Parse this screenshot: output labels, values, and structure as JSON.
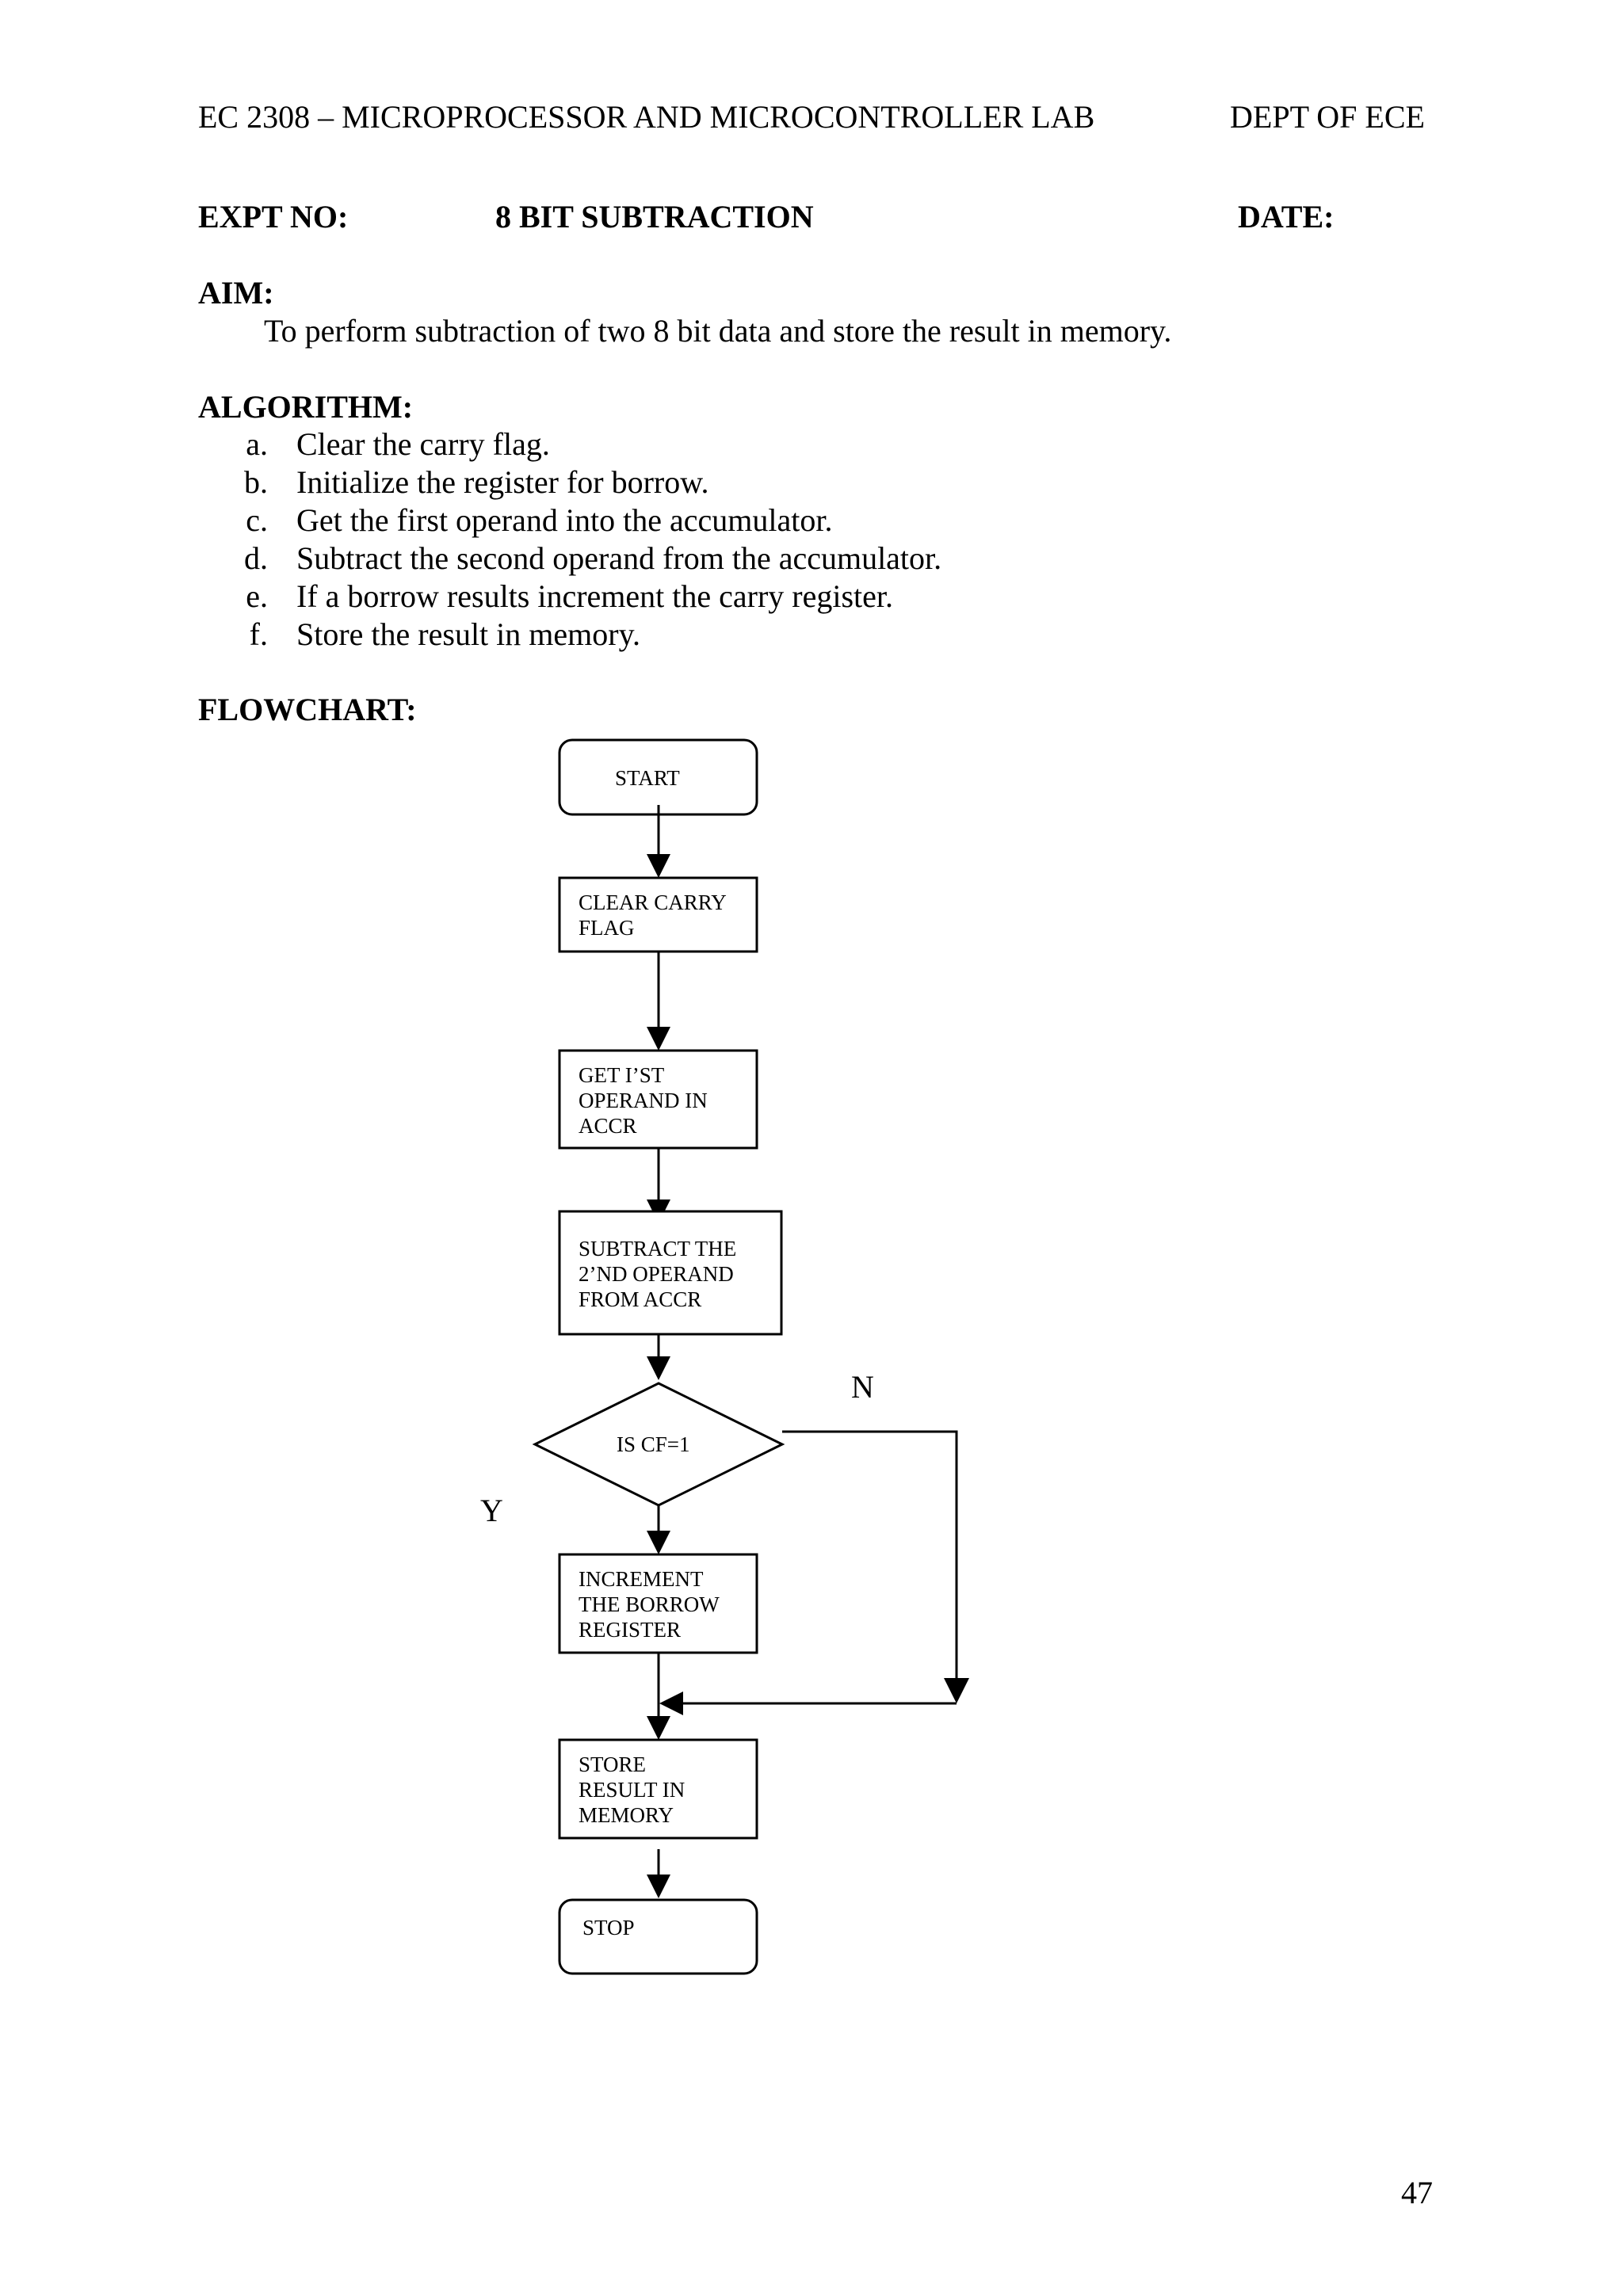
{
  "header": {
    "course": "EC 2308 – MICROPROCESSOR AND MICROCONTROLLER LAB",
    "dept": "DEPT OF ECE"
  },
  "title_row": {
    "expt_no": "EXPT NO:",
    "title": "8 BIT SUBTRACTION",
    "date": "DATE:"
  },
  "aim": {
    "heading": "AIM:",
    "text": "To perform subtraction of two 8 bit data and store the result in memory."
  },
  "algorithm": {
    "heading": "ALGORITHM:",
    "steps": [
      {
        "letter": "a.",
        "text": "Clear the carry flag."
      },
      {
        "letter": "b.",
        "text": "Initialize the register for borrow."
      },
      {
        "letter": "c.",
        "text": "Get the first operand into the accumulator."
      },
      {
        "letter": "d.",
        "text": "Subtract the second operand from the accumulator."
      },
      {
        "letter": "e.",
        "text": "If a borrow results increment the carry register."
      },
      {
        "letter": "f.",
        "text": "Store the result in memory."
      }
    ]
  },
  "flowchart": {
    "heading": "FLOWCHART:",
    "start": "START",
    "clear_carry": [
      "CLEAR CARRY",
      "FLAG"
    ],
    "get_operand": [
      "GET I’ST",
      "OPERAND IN",
      "ACCR"
    ],
    "subtract": [
      "SUBTRACT THE",
      "2’ND OPERAND",
      "FROM ACCR"
    ],
    "decision": "IS CF=1",
    "no_label": "N",
    "yes_label": "Y",
    "increment": [
      "INCREMENT",
      "THE BORROW",
      "REGISTER"
    ],
    "store": [
      "STORE",
      "RESULT IN",
      "MEMORY"
    ],
    "stop": "STOP"
  },
  "page_number": "47"
}
